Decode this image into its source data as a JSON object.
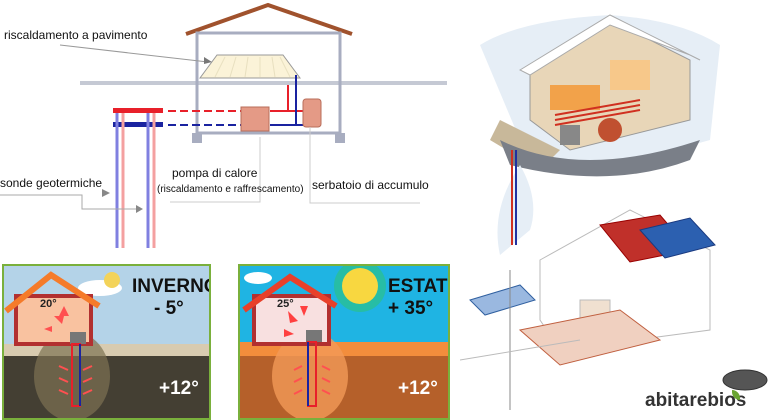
{
  "diagram": {
    "labels": {
      "floor_heating": "riscaldamento a pavimento",
      "heat_pump": "pompa di calore",
      "heat_pump_note": "(riscaldamento e raffrescamento)",
      "storage_tank": "serbatoio di accumulo",
      "probes": "sonde geotermiche"
    }
  },
  "winter": {
    "title": "INVERNO",
    "outside_temp": "- 5°",
    "inside_temp": "20°",
    "ground_temp": "+12°"
  },
  "summer": {
    "title": "ESTATE",
    "outside_temp": "+ 35°",
    "inside_temp": "25°",
    "ground_temp": "+12°"
  },
  "logo": {
    "text_part1": "abitare",
    "text_part2": "bios"
  },
  "colors": {
    "hot": "#e8202a",
    "cold": "#1a23a0",
    "frame": "#7ab03c",
    "logo_green": "#6aa532"
  }
}
